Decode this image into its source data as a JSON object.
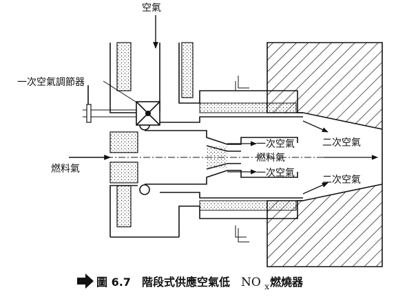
{
  "labels": {
    "air": "空氣",
    "primary_air_damper": "一次空氣調節器",
    "fuel_gas_left": "燃料氣",
    "primary_air_top": "一次空氣",
    "fuel_gas_center": "燃料氣",
    "primary_air_bottom": "一次空氣",
    "secondary_air_top": "二次空氣",
    "secondary_air_bottom": "二次空氣"
  },
  "caption": {
    "figure_no": "圖 6.7",
    "title_prefix": "階段式供應空氣低",
    "nox_main": "NO",
    "nox_sub": "x",
    "title_suffix": "燃燒器"
  }
}
